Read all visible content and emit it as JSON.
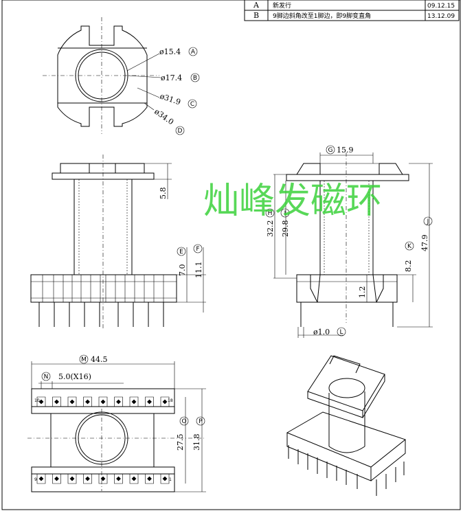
{
  "revision_table": {
    "rows": [
      {
        "rev": "A",
        "desc": "新发行",
        "date": "09.12.15"
      },
      {
        "rev": "B",
        "desc": "9脚边斜角改至1脚边，即9脚变直角",
        "date": "13.12.09"
      }
    ]
  },
  "watermark": "灿峰发磁环",
  "top_view": {
    "dims": [
      {
        "value": "ø15.4",
        "mark": "A"
      },
      {
        "value": "ø17.4",
        "mark": "B"
      },
      {
        "value": "ø31.9",
        "mark": "C"
      },
      {
        "value": "ø34.0",
        "mark": "D"
      }
    ]
  },
  "front_view": {
    "dims": [
      {
        "value": "5.8"
      },
      {
        "value": "7.0",
        "mark": "E"
      },
      {
        "value": "11.1",
        "mark": "F"
      }
    ]
  },
  "side_view": {
    "dims": [
      {
        "value": "15.9",
        "mark": "G"
      },
      {
        "value": "32.2",
        "mark": "H"
      },
      {
        "value": "29.8",
        "mark": "I"
      },
      {
        "value": "47.9",
        "mark": "J"
      },
      {
        "value": "8.2",
        "mark": "K"
      },
      {
        "value": "1.2"
      },
      {
        "value": "ø1.0",
        "mark": "L"
      }
    ]
  },
  "bottom_view": {
    "dims": [
      {
        "value": "44.5",
        "mark": "M"
      },
      {
        "value": "5.0(X16)",
        "mark": "N"
      },
      {
        "value": "27.5",
        "mark": "O"
      },
      {
        "value": "31.8",
        "mark": "P"
      }
    ],
    "pin_labels": {
      "top_left": "10",
      "top_right": "18",
      "bottom_left": "9",
      "bottom_right": "1"
    }
  }
}
